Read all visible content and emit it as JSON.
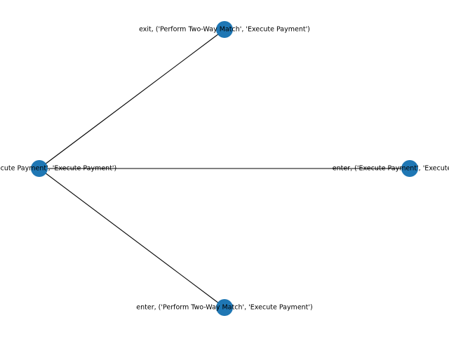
{
  "graph": {
    "node_color": "#1f77b4",
    "edge_color": "#000000",
    "nodes": [
      {
        "id": "top",
        "label": "exit, ('Perform Two-Way Match', 'Execute Payment')"
      },
      {
        "id": "left",
        "label": "enter, ('Execute Payment', 'Execute Payment')"
      },
      {
        "id": "right",
        "label": "enter, ('Execute Payment', 'Execute Payment')"
      },
      {
        "id": "bottom",
        "label": "enter, ('Perform Two-Way Match', 'Execute Payment')"
      }
    ],
    "edges": [
      {
        "from": "top",
        "to": "left"
      },
      {
        "from": "right",
        "to": "left"
      },
      {
        "from": "bottom",
        "to": "left"
      }
    ]
  }
}
